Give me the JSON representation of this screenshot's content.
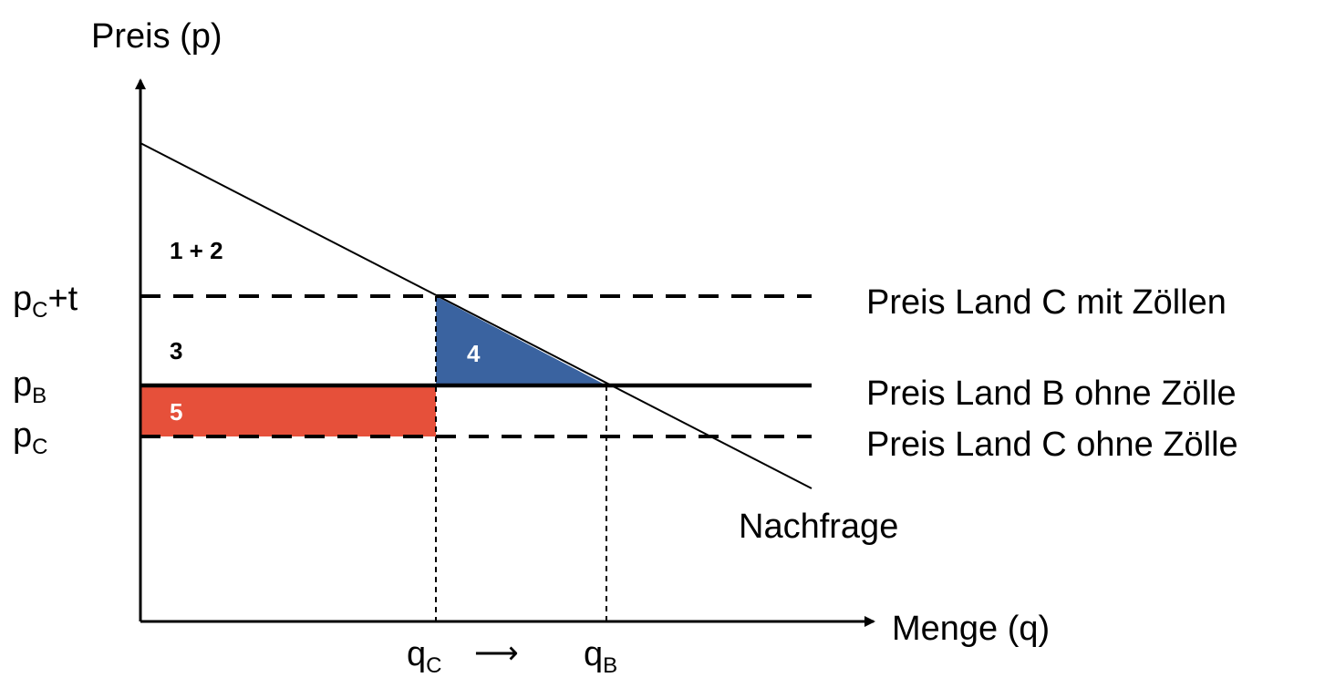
{
  "axes": {
    "y_label": "Preis (p)",
    "x_label": "Menge (q)"
  },
  "price_levels": {
    "pc_plus_t": {
      "base": "p",
      "sub": "C",
      "suffix": "+t",
      "line_label": "Preis Land C mit Zöllen"
    },
    "pb": {
      "base": "p",
      "sub": "B",
      "suffix": "",
      "line_label": "Preis Land B ohne Zölle"
    },
    "pc": {
      "base": "p",
      "sub": "C",
      "suffix": "",
      "line_label": "Preis Land C ohne Zölle"
    }
  },
  "quantities": {
    "qc": {
      "base": "q",
      "sub": "C"
    },
    "qb": {
      "base": "q",
      "sub": "B"
    },
    "arrow": "⟶"
  },
  "demand_label": "Nachfrage",
  "areas": {
    "a12": "1 + 2",
    "a3": "3",
    "a4": "4",
    "a5": "5"
  },
  "colors": {
    "area4": "#3a63a0",
    "area5": "#e6503a",
    "lines": "#000000"
  }
}
